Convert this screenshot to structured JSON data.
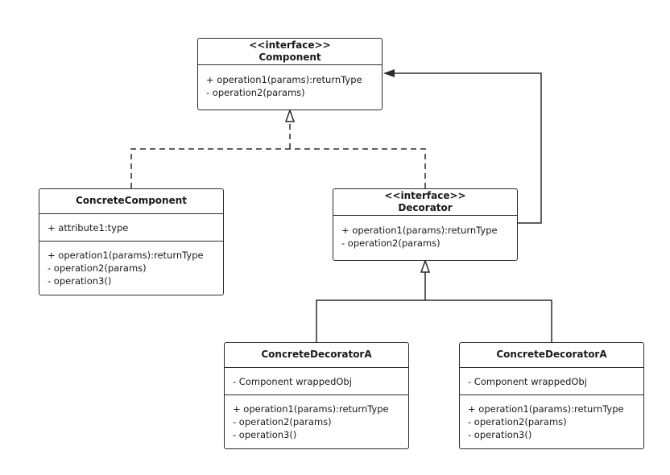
{
  "classes": {
    "component": {
      "stereotype": "<<interface>>",
      "name": "Component",
      "attributes": [],
      "operations": [
        "+ operation1(params):returnType",
        "- operation2(params)"
      ]
    },
    "concrete_component": {
      "name": "ConcreteComponent",
      "attributes": [
        "+ attribute1:type"
      ],
      "operations": [
        "+ operation1(params):returnType",
        "- operation2(params)",
        "- operation3()"
      ]
    },
    "decorator": {
      "stereotype": "<<interface>>",
      "name": "Decorator",
      "attributes": [],
      "operations": [
        "+ operation1(params):returnType",
        "- operation2(params)"
      ]
    },
    "concrete_decorator_a1": {
      "name": "ConcreteDecoratorA",
      "attributes": [
        "- Component wrappedObj"
      ],
      "operations": [
        "+ operation1(params):returnType",
        "- operation2(params)",
        "- operation3()"
      ]
    },
    "concrete_decorator_a2": {
      "name": "ConcreteDecoratorA",
      "attributes": [
        "- Component wrappedObj"
      ],
      "operations": [
        "+ operation1(params):returnType",
        "- operation2(params)",
        "- operation3()"
      ]
    }
  },
  "relationships": [
    {
      "from": "concrete_component",
      "to": "component",
      "type": "realization"
    },
    {
      "from": "decorator",
      "to": "component",
      "type": "realization"
    },
    {
      "from": "decorator",
      "to": "component",
      "type": "association"
    },
    {
      "from": "concrete_decorator_a1",
      "to": "decorator",
      "type": "generalization"
    },
    {
      "from": "concrete_decorator_a2",
      "to": "decorator",
      "type": "generalization"
    }
  ],
  "colors": {
    "line": "#2b2b2b",
    "background": "#ffffff"
  }
}
